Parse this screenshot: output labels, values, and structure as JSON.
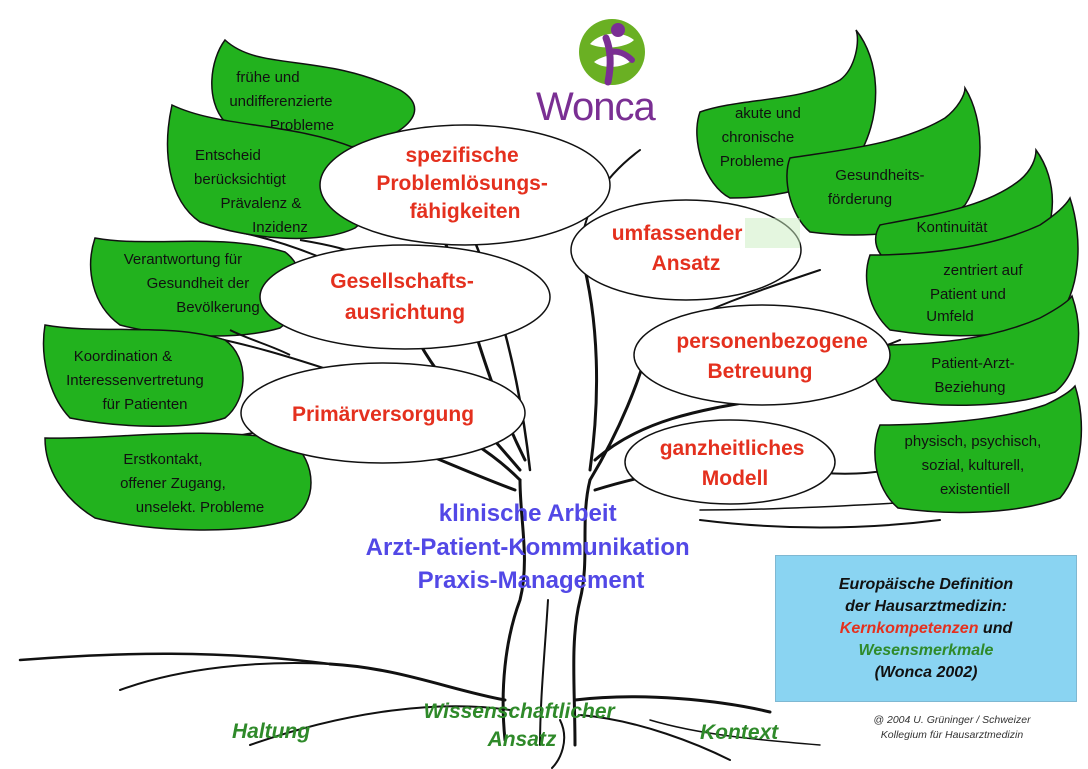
{
  "logo": {
    "word": "Wonca",
    "brand_color": "#7a2f93",
    "globe_color": "#6ab023"
  },
  "leaves_left": [
    {
      "lines": [
        "frühe und",
        "undifferenzierte",
        "Probleme"
      ]
    },
    {
      "lines": [
        "Entscheid",
        "berücksichtigt",
        "Prävalenz &",
        "Inzidenz"
      ]
    },
    {
      "lines": [
        "Verantwortung für",
        "Gesundheit der",
        "Bevölkerung"
      ]
    },
    {
      "lines": [
        "Koordination &",
        "Interessenvertretung",
        "für Patienten"
      ]
    },
    {
      "lines": [
        "Erstkontakt,",
        "offener Zugang,",
        "unselekt. Probleme"
      ]
    }
  ],
  "leaves_right": [
    {
      "lines": [
        "akute und",
        "chronische",
        "Probleme"
      ]
    },
    {
      "lines": [
        "Gesundheits-",
        "förderung"
      ]
    },
    {
      "lines": [
        "Kontinuität"
      ]
    },
    {
      "lines": [
        "zentriert auf",
        "Patient und",
        "Umfeld"
      ]
    },
    {
      "lines": [
        "Patient-Arzt-",
        "Beziehung"
      ]
    },
    {
      "lines": [
        "physisch, psychisch,",
        "sozial, kulturell,",
        "existentiell"
      ]
    }
  ],
  "competencies": [
    {
      "lines": [
        "spezifische",
        "Problemlösungs-",
        "fähigkeiten"
      ]
    },
    {
      "lines": [
        "Gesellschafts-",
        "ausrichtung"
      ]
    },
    {
      "lines": [
        "Primärversorgung"
      ]
    },
    {
      "lines": [
        "umfassender",
        "Ansatz"
      ]
    },
    {
      "lines": [
        "personenbezogene",
        "Betreuung"
      ]
    },
    {
      "lines": [
        "ganzheitliches",
        "Modell"
      ]
    }
  ],
  "trunk_lines": [
    "klinische Arbeit",
    "Arzt-Patient-Kommunikation",
    "Praxis-Management"
  ],
  "roots": {
    "left": "Haltung",
    "middle_lines": [
      "Wissenschaftlicher",
      "Ansatz"
    ],
    "right": "Kontext"
  },
  "info_box": {
    "line1": "Europäische Definition",
    "line2": "der Hausarztmedizin:",
    "red_text": "Kernkompetenzen",
    "joiner": " und",
    "green_text": "Wesensmerkmale",
    "line5": "(Wonca 2002)",
    "bg_color": "#8ad4f2"
  },
  "credit": {
    "line1": "@ 2004 U. Grüninger / Schweizer",
    "line2": "Kollegium für Hausarztmedizin"
  },
  "colors": {
    "leaf": "#22b21e",
    "competency_text": "#e4301e",
    "center_text": "#5248e6",
    "root_text": "#2f8a2a"
  }
}
